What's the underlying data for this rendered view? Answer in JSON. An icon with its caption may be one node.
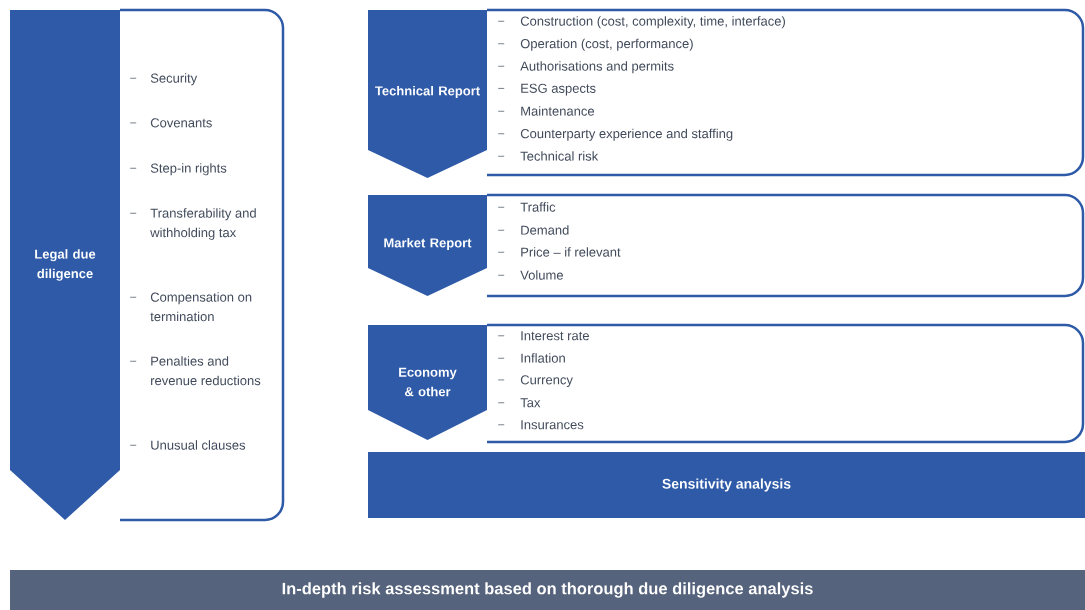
{
  "diagram": {
    "nodes": [
      {
        "text": [
          "Legal due diligence"
        ]
      },
      {
        "text": [
          "Security",
          "Covenants",
          "Step-in rights",
          "Transferability and withholding tax",
          "Compensation on termination",
          "Penalties and revenue reductions",
          "Unusual clauses"
        ]
      },
      {
        "text": [
          "Technical Report"
        ]
      },
      {
        "text": [
          "Construction (cost, complexity, time, interface)",
          "Operation (cost, performance)",
          "Authorisations and permits",
          "ESG aspects",
          "Maintenance",
          "Counterparty experience and staffing",
          "Technical risk"
        ]
      },
      {
        "text": [
          "Market Report"
        ]
      },
      {
        "text": [
          "Traffic",
          "Demand",
          "Price – if relevant",
          "Volume"
        ]
      },
      {
        "text": [
          "Economy & other"
        ]
      },
      {
        "text": [
          "Interest rate",
          "Inflation",
          "Currency",
          "Tax",
          "Insurances"
        ]
      },
      {
        "text": [
          "Sensitivity analysis"
        ]
      },
      {
        "text": [
          "In-depth risk assessment based on thorough due diligence analysis"
        ]
      }
    ],
    "edges": []
  }
}
